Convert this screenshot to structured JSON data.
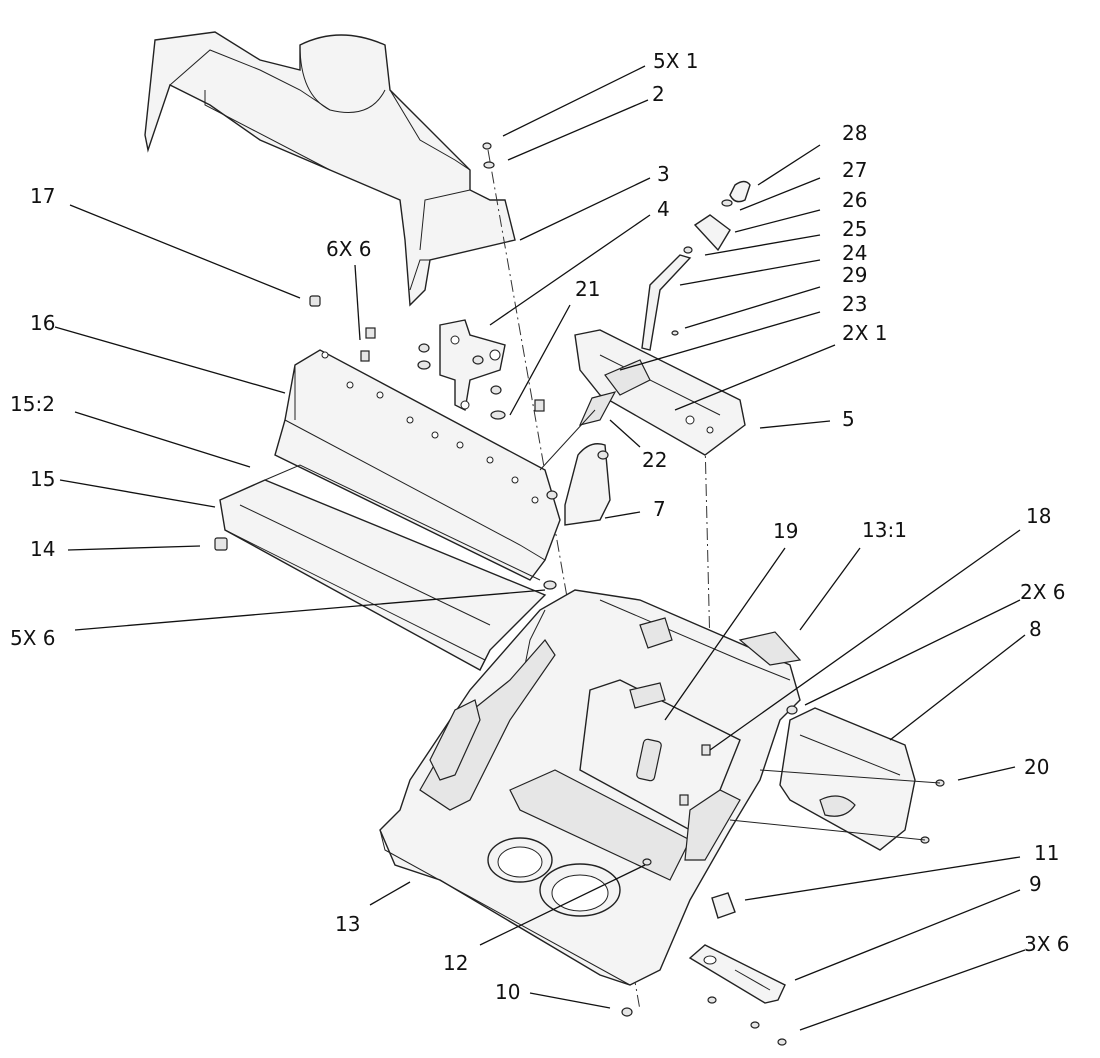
{
  "diagram": {
    "callouts": [
      {
        "id": "c-5x1",
        "text": "5X 1"
      },
      {
        "id": "c-2",
        "text": "2"
      },
      {
        "id": "c-28",
        "text": "28"
      },
      {
        "id": "c-27",
        "text": "27"
      },
      {
        "id": "c-26",
        "text": "26"
      },
      {
        "id": "c-3",
        "text": "3"
      },
      {
        "id": "c-25",
        "text": "25"
      },
      {
        "id": "c-17",
        "text": "17"
      },
      {
        "id": "c-4",
        "text": "4"
      },
      {
        "id": "c-24",
        "text": "24"
      },
      {
        "id": "c-6x6",
        "text": "6X 6"
      },
      {
        "id": "c-29",
        "text": "29"
      },
      {
        "id": "c-21",
        "text": "21"
      },
      {
        "id": "c-23",
        "text": "23"
      },
      {
        "id": "c-16",
        "text": "16"
      },
      {
        "id": "c-2x1",
        "text": "2X 1"
      },
      {
        "id": "c-15-2",
        "text": "15:2"
      },
      {
        "id": "c-5",
        "text": "5"
      },
      {
        "id": "c-22",
        "text": "22"
      },
      {
        "id": "c-15",
        "text": "15"
      },
      {
        "id": "c-7",
        "text": "7"
      },
      {
        "id": "c-19",
        "text": "19"
      },
      {
        "id": "c-13-1",
        "text": "13:1"
      },
      {
        "id": "c-18",
        "text": "18"
      },
      {
        "id": "c-14",
        "text": "14"
      },
      {
        "id": "c-2x6",
        "text": "2X 6"
      },
      {
        "id": "c-5x6",
        "text": "5X 6"
      },
      {
        "id": "c-8",
        "text": "8"
      },
      {
        "id": "c-20",
        "text": "20"
      },
      {
        "id": "c-11",
        "text": "11"
      },
      {
        "id": "c-13",
        "text": "13"
      },
      {
        "id": "c-9",
        "text": "9"
      },
      {
        "id": "c-3x6",
        "text": "3X 6"
      },
      {
        "id": "c-12",
        "text": "12"
      },
      {
        "id": "c-10",
        "text": "10"
      }
    ]
  }
}
